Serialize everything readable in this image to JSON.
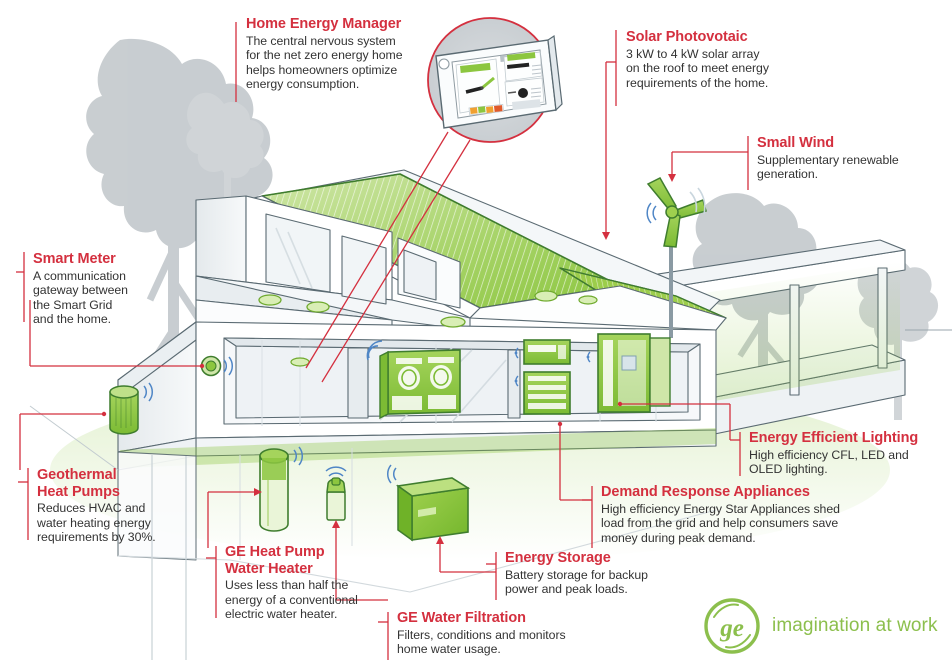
{
  "infographic": {
    "brand": {
      "logo_letters": "ge",
      "tagline": "imagination at work",
      "logo_color": "#8cbf4d"
    },
    "theme": {
      "accent_red": "#d4303f",
      "accent_green": "#8cc63f",
      "green_dark": "#3f7d2e",
      "body_text": "#333333",
      "tree_gray": "#a8b0b5",
      "house_line": "#5a6a72"
    },
    "callouts": [
      {
        "id": "home-energy-manager",
        "title": "Home Energy Manager",
        "body": "The central nervous system\nfor the net zero energy home\nhelps  homeowners optimize\nenergy consumption."
      },
      {
        "id": "solar-photovoltaic",
        "title": "Solar Photovotaic",
        "body": "3 kW to 4 kW solar array\non the roof to meet energy\nrequirements of the home."
      },
      {
        "id": "small-wind",
        "title": "Small Wind",
        "body": "Supplementary renewable\ngeneration."
      },
      {
        "id": "smart-meter",
        "title": "Smart Meter",
        "body": "A communication\ngateway between\nthe Smart Grid\nand the home."
      },
      {
        "id": "geothermal-heat-pumps",
        "title": "Geothermal\nHeat Pumps",
        "body": "Reduces HVAC and\nwater heating energy\nrequirements by 30%."
      },
      {
        "id": "ge-heat-pump-water-heater",
        "title": "GE Heat Pump\nWater Heater",
        "body": "Uses less than half the\nenergy of a conventional\nelectric water heater."
      },
      {
        "id": "ge-water-filtration",
        "title": "GE Water Filtration",
        "body": "Filters, conditions and monitors\nhome water usage."
      },
      {
        "id": "energy-storage",
        "title": "Energy Storage",
        "body": "Battery storage for backup\npower and peak loads."
      },
      {
        "id": "demand-response-appliances",
        "title": "Demand Response Appliances",
        "body": "High efficiency Energy Star Appliances shed\nload from the grid and help consumers save\nmoney during peak demand."
      },
      {
        "id": "energy-efficient-lighting",
        "title": "Energy Efficient Lighting",
        "body": "High efficiency CFL, LED and\nOLED lighting."
      }
    ],
    "scene_elements": [
      {
        "id": "tablet-device",
        "label": "Home energy manager tablet display"
      },
      {
        "id": "solar-array",
        "label": "Rooftop solar photovoltaic array"
      },
      {
        "id": "wind-turbine",
        "label": "Small wind turbine"
      },
      {
        "id": "smart-meter-device",
        "label": "Smart meter on exterior wall"
      },
      {
        "id": "geothermal-unit",
        "label": "Geothermal heat pump cylinder"
      },
      {
        "id": "water-heater",
        "label": "Heat pump water heater tank"
      },
      {
        "id": "water-filter",
        "label": "Water filtration unit"
      },
      {
        "id": "battery-storage",
        "label": "Battery energy storage box"
      },
      {
        "id": "washer-dryer",
        "label": "Washer and dryer pair"
      },
      {
        "id": "microwave",
        "label": "Microwave oven"
      },
      {
        "id": "wall-oven",
        "label": "Wall oven range"
      },
      {
        "id": "refrigerator",
        "label": "Refrigerator"
      },
      {
        "id": "recessed-lights",
        "label": "Recessed ceiling lights"
      }
    ]
  }
}
